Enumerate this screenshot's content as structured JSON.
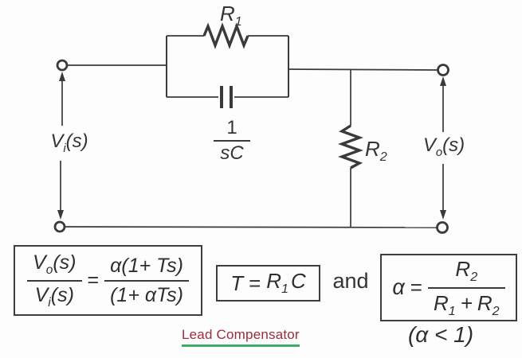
{
  "colors": {
    "ink": "#3a3a3a",
    "caption_text": "#9e2b3c",
    "caption_underline": "#3cae68"
  },
  "circuit": {
    "r1_label": {
      "base": "R",
      "sub": "1"
    },
    "cap_label": {
      "num": "1",
      "den": "sC"
    },
    "r2_label": {
      "base": "R",
      "sub": "2"
    },
    "vi_label": {
      "base": "V",
      "sub": "i",
      "rest": "(s)"
    },
    "vo_label": {
      "base": "V",
      "sub": "o",
      "rest": "(s)"
    }
  },
  "equations": {
    "transfer": {
      "num_left": {
        "base": "V",
        "sub": "o",
        "rest": "(s)"
      },
      "den_left": {
        "base": "V",
        "sub": "i",
        "rest": "(s)"
      },
      "equals": "=",
      "num_right": "α(1+ Ts)",
      "den_right": "(1+ αTs)"
    },
    "t_formula": {
      "t": "T",
      "equals": "=",
      "r": "R",
      "r_sub": "1",
      "c": "C"
    },
    "connector": "and",
    "alpha_formula": {
      "alpha": "α",
      "equals": "=",
      "num": {
        "base": "R",
        "sub": "2"
      },
      "den": {
        "r1": "R",
        "r1_sub": "1",
        "plus": "+",
        "r2": "R",
        "r2_sub": "2"
      }
    },
    "alpha_condition": "(α < 1)"
  },
  "caption": {
    "text": "Lead Compensator"
  }
}
